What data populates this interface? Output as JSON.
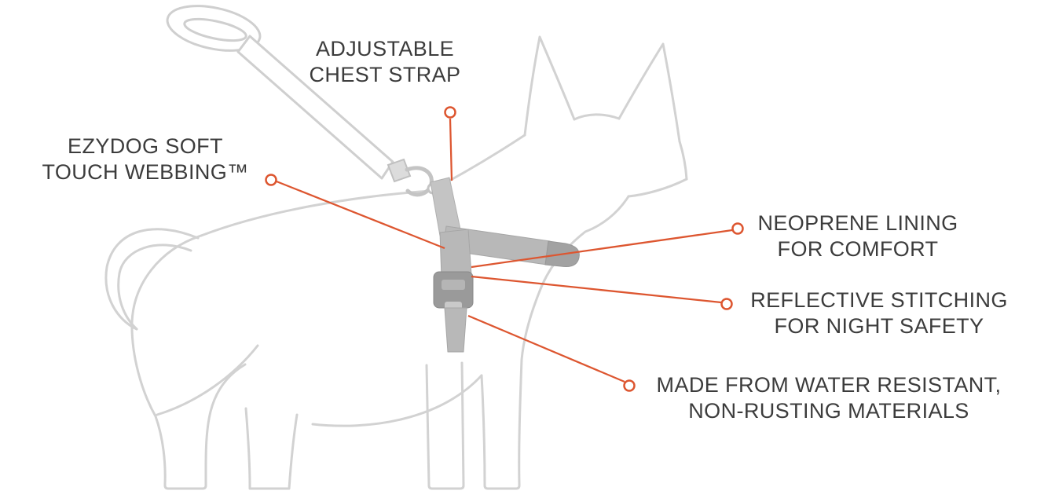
{
  "diagram": {
    "colors": {
      "background": "#ffffff",
      "dog_outline": "#d2d2d2",
      "leash_outline": "#cfcfcf",
      "harness_strap": "#b8b8b8",
      "harness_strap_dark": "#a2a2a2",
      "buckle": "#9a9a9a",
      "callout_accent": "#dd5630",
      "label_text": "#3c3c3c"
    },
    "labels": {
      "chest_strap": {
        "line1": "ADJUSTABLE",
        "line2": "CHEST STRAP"
      },
      "webbing": {
        "line1": "EZYDOG SOFT",
        "line2": "TOUCH WEBBING™"
      },
      "neoprene": {
        "line1": "NEOPRENE LINING",
        "line2": "FOR COMFORT"
      },
      "reflective": {
        "line1": "REFLECTIVE STITCHING",
        "line2": "FOR NIGHT SAFETY"
      },
      "materials": {
        "line1": "MADE FROM WATER RESISTANT,",
        "line2": "NON-RUSTING MATERIALS"
      }
    }
  }
}
